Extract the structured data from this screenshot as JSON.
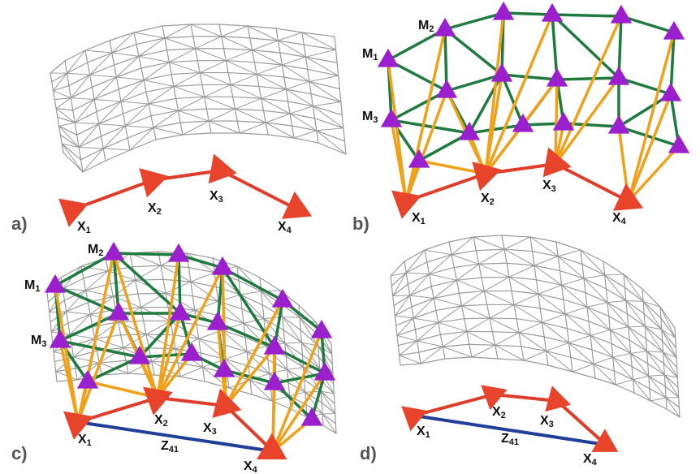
{
  "panels": [
    {
      "id": "a",
      "label": "a)",
      "mesh": "plain",
      "landmarks": false,
      "loop": false,
      "poses": [
        "X1",
        "X2",
        "X3",
        "X4"
      ],
      "constraint": ""
    },
    {
      "id": "b",
      "label": "b)",
      "mesh": "plain",
      "landmarks": true,
      "loop": false,
      "poses": [
        "X1",
        "X2",
        "X3",
        "X4"
      ],
      "landmark_labels": [
        "M1",
        "M2",
        "M3"
      ],
      "constraint": ""
    },
    {
      "id": "c",
      "label": "c)",
      "mesh": "bent",
      "landmarks": true,
      "loop": true,
      "poses": [
        "X1",
        "X2",
        "X3",
        "X4"
      ],
      "landmark_labels": [
        "M1",
        "M2",
        "M3"
      ],
      "constraint": "Z41"
    },
    {
      "id": "d",
      "label": "d)",
      "mesh": "bent",
      "landmarks": false,
      "loop": true,
      "poses": [
        "X1",
        "X2",
        "X3",
        "X4"
      ],
      "constraint": "Z41"
    }
  ],
  "colors": {
    "mesh": "#9a9a9a",
    "pose": "#e8442c",
    "odometry": "#e03c2a",
    "landmark": "#9c1fcf",
    "landmark_link": "#1e7a3e",
    "observation": "#f0a11a",
    "loop_closure": "#1f3f9a"
  }
}
